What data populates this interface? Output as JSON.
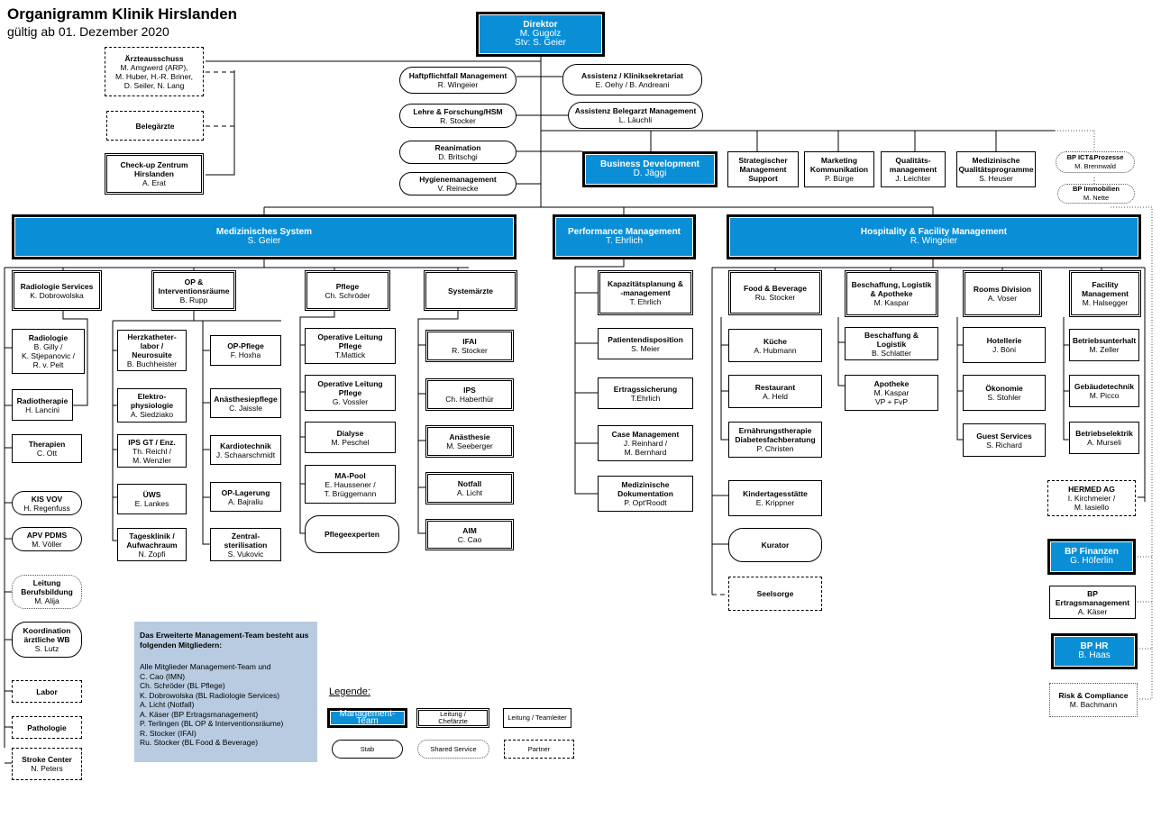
{
  "header": {
    "title": "Organigramm Klinik Hirslanden",
    "subtitle": "gültig ab 01. Dezember 2020"
  },
  "boxes": [
    {
      "id": "direktor",
      "title": "Direktor",
      "person": "M. Gugolz\nStv: S. Geier",
      "type": "mgmt"
    },
    {
      "id": "aerzteausschuss",
      "title": "Ärzteausschuss",
      "person": "M. Amgwerd (ARP),\nM. Huber, H.-R. Briner,\nD. Seiler, N. Lang",
      "type": "partner"
    },
    {
      "id": "belegaerzte",
      "title": "Belegärzte",
      "person": "",
      "type": "partner"
    },
    {
      "id": "checkup",
      "title": "Check-up Zentrum\nHirslanden",
      "person": "A. Erat",
      "type": "lead"
    },
    {
      "id": "haftpflicht",
      "title": "Haftpflichtfall Management",
      "person": "R. Wingeier",
      "type": "stab"
    },
    {
      "id": "lehre",
      "title": "Lehre & Forschung/HSM",
      "person": "R. Stocker",
      "type": "stab"
    },
    {
      "id": "reanimation",
      "title": "Reanimation",
      "person": "D. Britschgi",
      "type": "stab"
    },
    {
      "id": "hygiene",
      "title": "Hygienemanagement",
      "person": "V. Reinecke",
      "type": "stab"
    },
    {
      "id": "assistenz",
      "title": "Assistenz / Kliniksekretariat",
      "person": "E. Oehy / B. Andreani",
      "type": "stab"
    },
    {
      "id": "belegarzt_mgmt",
      "title": "Assistenz Belegarzt Management",
      "person": "L. Läuchli",
      "type": "stab"
    },
    {
      "id": "business",
      "title": "Business Development",
      "person": "D. Jäggi",
      "type": "mgmt"
    },
    {
      "id": "strategisch",
      "title": "Strategischer\nManagement\nSupport",
      "person": "",
      "type": "plain"
    },
    {
      "id": "marketing",
      "title": "Marketing\nKommunikation",
      "person": "P. Bürge",
      "type": "plain"
    },
    {
      "id": "qualitaet",
      "title": "Qualitäts-\nmanagement",
      "person": "J. Leichter",
      "type": "plain"
    },
    {
      "id": "medqual",
      "title": "Medizinische\nQualitätsprogramme",
      "person": "S. Heuser",
      "type": "plain"
    },
    {
      "id": "bp_ict",
      "title": "BP ICT&Prozesse",
      "person": "M. Brennwald",
      "type": "shared"
    },
    {
      "id": "bp_immo",
      "title": "BP Immobilien",
      "person": "M. Nette",
      "type": "shared"
    },
    {
      "id": "medsys",
      "title": "Medizinisches System",
      "person": "S. Geier",
      "type": "mgmt"
    },
    {
      "id": "perf",
      "title": "Performance Management",
      "person": "T. Ehrlich",
      "type": "mgmt"
    },
    {
      "id": "hfm",
      "title": "Hospitality & Facility Management",
      "person": "R. Wingeier",
      "type": "mgmt"
    },
    {
      "id": "radio_serv",
      "title": "Radiologie Services",
      "person": "K. Dobrowolska",
      "type": "lead"
    },
    {
      "id": "radiologie",
      "title": "Radiologie",
      "person": "B. Gilly /\nK. Stjepanovic /\nR. v. Pelt",
      "type": "plain"
    },
    {
      "id": "radiotherapie",
      "title": "Radiotherapie",
      "person": "H. Lancini",
      "type": "plain"
    },
    {
      "id": "therapien",
      "title": "Therapien",
      "person": "C. Ott",
      "type": "plain"
    },
    {
      "id": "kisvov",
      "title": "KIS VOV",
      "person": "H. Regenfuss",
      "type": "stab"
    },
    {
      "id": "apv",
      "title": "APV PDMS",
      "person": "M. Völler",
      "type": "stab"
    },
    {
      "id": "leitungbb",
      "title": "Leitung\nBerufsbildung",
      "person": "M. Alija",
      "type": "shared"
    },
    {
      "id": "koordination",
      "title": "Koordination\närztliche WB",
      "person": "S. Lutz",
      "type": "stab"
    },
    {
      "id": "labor",
      "title": "Labor",
      "person": "",
      "type": "partner"
    },
    {
      "id": "pathologie",
      "title": "Pathologie",
      "person": "",
      "type": "partner"
    },
    {
      "id": "stroke",
      "title": "Stroke Center",
      "person": "N. Peters",
      "type": "partner"
    },
    {
      "id": "op",
      "title": "OP &\nInterventionsräume",
      "person": "B. Rupp",
      "type": "lead"
    },
    {
      "id": "herzkath",
      "title": "Herzkatheter-\nlabor /\nNeurosuite",
      "person": "B. Buchheister",
      "type": "plain"
    },
    {
      "id": "elektro",
      "title": "Elektro-\nphysiologie",
      "person": "A. Siedziako",
      "type": "plain"
    },
    {
      "id": "ipsgt",
      "title": "IPS GT / Enz.",
      "person": "Th. Reichl /\nM. Wenzler",
      "type": "plain"
    },
    {
      "id": "uews",
      "title": "ÜWS",
      "person": "E. Lankes",
      "type": "plain"
    },
    {
      "id": "tagesklinik",
      "title": "Tagesklinik /\nAufwachraum",
      "person": "N. Zopfi",
      "type": "plain"
    },
    {
      "id": "oppflege",
      "title": "OP-Pflege",
      "person": "F. Hoxha",
      "type": "plain"
    },
    {
      "id": "anaesthpflege",
      "title": "Anästhesiepflege",
      "person": "C. Jaissle",
      "type": "plain"
    },
    {
      "id": "kardiotechnik",
      "title": "Kardiotechnik",
      "person": "J. Schaarschmidt",
      "type": "plain"
    },
    {
      "id": "oplagerung",
      "title": "OP-Lagerung",
      "person": "A. Bajraliu",
      "type": "plain"
    },
    {
      "id": "zentral",
      "title": "Zentral-\nsterilisation",
      "person": "S. Vukovic",
      "type": "plain"
    },
    {
      "id": "pflege",
      "title": "Pflege",
      "person": "Ch. Schröder",
      "type": "lead"
    },
    {
      "id": "opleitung1",
      "title": "Operative Leitung\nPflege",
      "person": "T.Mattick",
      "type": "plain"
    },
    {
      "id": "opleitung2",
      "title": "Operative Leitung\nPflege",
      "person": "G. Vossler",
      "type": "plain"
    },
    {
      "id": "dialyse",
      "title": "Dialyse",
      "person": "M. Peschel",
      "type": "plain"
    },
    {
      "id": "mapool",
      "title": "MA-Pool",
      "person": "E. Haussener /\nT. Brüggemann",
      "type": "plain"
    },
    {
      "id": "pflegeexp",
      "title": "Pflegeexperten",
      "person": "",
      "type": "stab"
    },
    {
      "id": "systemaerzte",
      "title": "Systemärzte",
      "person": "",
      "type": "lead"
    },
    {
      "id": "ifai",
      "title": "IFAI",
      "person": "R. Stocker",
      "type": "lead"
    },
    {
      "id": "ips",
      "title": "IPS",
      "person": "Ch. Haberthür",
      "type": "lead"
    },
    {
      "id": "anaesthesie",
      "title": "Anästhesie",
      "person": "M. Seeberger",
      "type": "lead"
    },
    {
      "id": "notfall",
      "title": "Notfall",
      "person": "A. Licht",
      "type": "lead"
    },
    {
      "id": "aim",
      "title": "AIM",
      "person": "C. Cao",
      "type": "lead"
    },
    {
      "id": "kapaz",
      "title": "Kapazitätsplanung &\n-management",
      "person": "T. Ehrlich",
      "type": "lead"
    },
    {
      "id": "patdispo",
      "title": "Patientendisposition",
      "person": "S. Meier",
      "type": "plain"
    },
    {
      "id": "ertragssich",
      "title": "Ertragssicherung",
      "person": "T.Ehrlich",
      "type": "plain"
    },
    {
      "id": "casemgmt",
      "title": "Case Management",
      "person": "J. Reinhard /\nM. Bernhard",
      "type": "plain"
    },
    {
      "id": "meddoku",
      "title": "Medizinische\nDokumentation",
      "person": "P. Opt'Roodt",
      "type": "plain"
    },
    {
      "id": "food",
      "title": "Food & Beverage",
      "person": "Ru. Stocker",
      "type": "lead"
    },
    {
      "id": "kueche",
      "title": "Küche",
      "person": "A. Hubmann",
      "type": "plain"
    },
    {
      "id": "restaurant",
      "title": "Restaurant",
      "person": "A. Held",
      "type": "plain"
    },
    {
      "id": "ernaehrung",
      "title": "Ernährungstherapie\nDiabetesfachberatung",
      "person": "P. Christen",
      "type": "plain"
    },
    {
      "id": "kita",
      "title": "Kindertagesstätte",
      "person": "E. Krippner",
      "type": "plain"
    },
    {
      "id": "kurator",
      "title": "Kurator",
      "person": "",
      "type": "stab"
    },
    {
      "id": "seelsorge",
      "title": "Seelsorge",
      "person": "",
      "type": "partner"
    },
    {
      "id": "beschaffung",
      "title": "Beschaffung, Logistik\n& Apotheke",
      "person": "M. Kaspar",
      "type": "lead"
    },
    {
      "id": "beschlog",
      "title": "Beschaffung &\nLogistik",
      "person": "B. Schlatter",
      "type": "plain"
    },
    {
      "id": "apotheke",
      "title": "Apotheke",
      "person": "M. Kaspar\nVP + FvP",
      "type": "plain"
    },
    {
      "id": "rooms",
      "title": "Rooms Division",
      "person": "A. Voser",
      "type": "lead"
    },
    {
      "id": "hotellerie",
      "title": "Hotellerie",
      "person": "J. Böni",
      "type": "plain"
    },
    {
      "id": "oekonomie",
      "title": "Ökonomie",
      "person": "S. Stohler",
      "type": "plain"
    },
    {
      "id": "guest",
      "title": "Guest Services",
      "person": "S. Richard",
      "type": "plain"
    },
    {
      "id": "facility",
      "title": "Facility\nManagement",
      "person": "M. Halsegger",
      "type": "lead"
    },
    {
      "id": "betriebsunt",
      "title": "Betriebsunterhalt",
      "person": "M. Zeller",
      "type": "plain"
    },
    {
      "id": "gebaeude",
      "title": "Gebäudetechnik",
      "person": "M. Picco",
      "type": "plain"
    },
    {
      "id": "betriebselek",
      "title": "Betriebselektrik",
      "person": "A. Murseli",
      "type": "plain"
    },
    {
      "id": "hermed",
      "title": "HERMED AG",
      "person": "I. Kirchmeier /\nM. Iasiello",
      "type": "partner"
    },
    {
      "id": "bpfinanzen",
      "title": "BP Finanzen",
      "person": "G. Höferlin",
      "type": "mgmt"
    },
    {
      "id": "bpertrag",
      "title": "BP\nErtragsmanagement",
      "person": "A. Käser",
      "type": "plain"
    },
    {
      "id": "bphr",
      "title": "BP HR",
      "person": "B. Haas",
      "type": "mgmt"
    },
    {
      "id": "risk",
      "title": "Risk & Compliance",
      "person": "M. Bachmann",
      "type": "shared-rect"
    }
  ],
  "note": {
    "heading": "Das Erweiterte Management-Team besteht aus folgenden Mitgliedern:",
    "members": [
      "Alle Mitglieder Management-Team und",
      "C. Cao (IMN)",
      "Ch. Schröder (BL Pflege)",
      "K. Dobrowolska (BL Radiologie Services)",
      "A. Licht (Notfall)",
      "A. Käser (BP Ertragsmanagement)",
      "P. Terlingen (BL OP & Interventionsräume)",
      "R. Stocker (IFAI)",
      "Ru. Stocker (BL Food & Beverage)"
    ]
  },
  "legend": {
    "title": "Legende:",
    "management_team": "Management-Team",
    "leitung": "Leitung /\nChefärzte",
    "teamleiter": "Leitung / Teamleiter",
    "stab": "Stab",
    "shared": "Shared Service",
    "partner": "Partner"
  },
  "colors": {
    "accent": "#0a8fd6",
    "note_bg": "#b8cbe0"
  }
}
